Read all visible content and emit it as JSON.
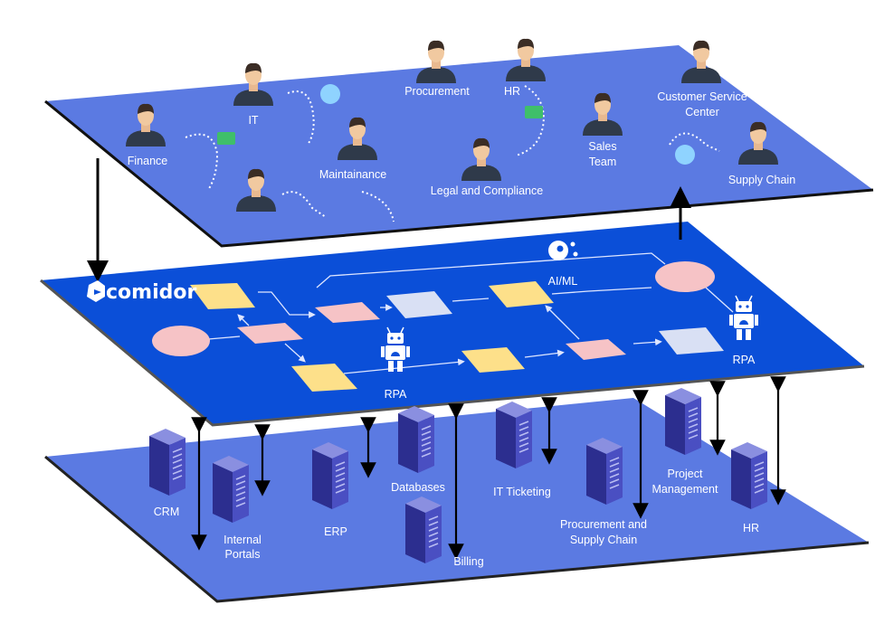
{
  "brand": "comidor",
  "colors": {
    "outer_plane": "#5b7ae2",
    "middle_plane": "#0b4fd8",
    "yellow_shape": "#fde08a",
    "pink_shape": "#f6c3c6",
    "grey_shape": "#d9e0f4",
    "server": "#3c3fa8"
  },
  "people_layer": {
    "roles": [
      {
        "label": "Finance"
      },
      {
        "label": "IT"
      },
      {
        "label": "Maintainance"
      },
      {
        "label": "Procurement"
      },
      {
        "label": "HR"
      },
      {
        "label": "Legal and Compliance"
      },
      {
        "label": "Sales",
        "label2": "Team"
      },
      {
        "label": "Customer Service",
        "label2": "Center"
      },
      {
        "label": "Supply Chain"
      }
    ]
  },
  "process_layer": {
    "ai_label": "AI/ML",
    "rpa_labels": [
      "RPA",
      "RPA"
    ]
  },
  "systems_layer": {
    "systems": [
      {
        "label": "CRM"
      },
      {
        "label": "Internal",
        "label2": "Portals"
      },
      {
        "label": "ERP"
      },
      {
        "label": "Databases"
      },
      {
        "label": "Billing"
      },
      {
        "label": "IT Ticketing"
      },
      {
        "label": "Procurement and",
        "label2": "Supply Chain"
      },
      {
        "label": "Project",
        "label2": "Management"
      },
      {
        "label": "HR"
      }
    ]
  }
}
